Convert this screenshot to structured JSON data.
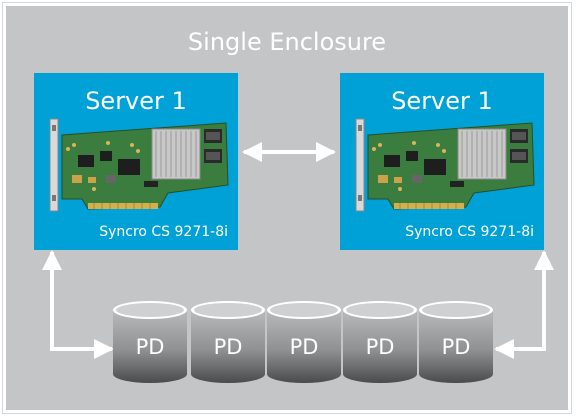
{
  "enclosure": {
    "title": "Single Enclosure"
  },
  "servers": [
    {
      "title": "Server 1",
      "card_label": "Syncro CS 9271-8i"
    },
    {
      "title": "Server 1",
      "card_label": "Syncro CS 9271-8i"
    }
  ],
  "disks": [
    {
      "label": "PD"
    },
    {
      "label": "PD"
    },
    {
      "label": "PD"
    },
    {
      "label": "PD"
    },
    {
      "label": "PD"
    }
  ],
  "colors": {
    "enclosure_bg": "#c4c5c7",
    "server_bg": "#00a1d6",
    "text": "#ffffff",
    "pcb": "#3b7d3f"
  },
  "icons": [
    "raid-controller-card-icon",
    "disk-cylinder-icon",
    "double-arrow-icon"
  ]
}
